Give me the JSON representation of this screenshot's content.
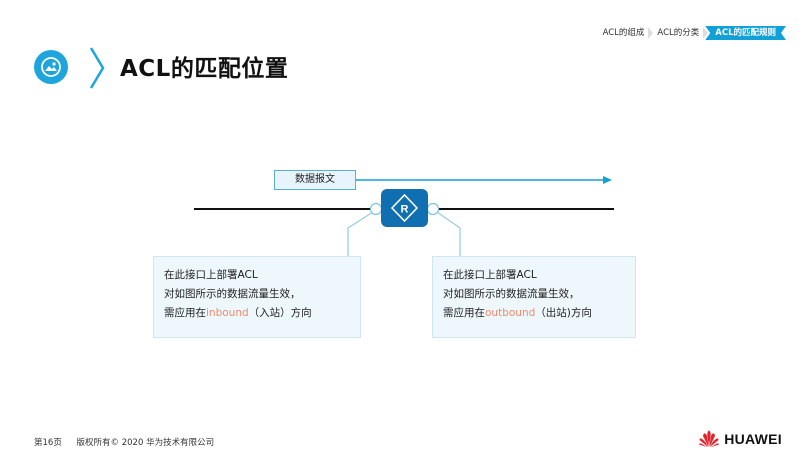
{
  "breadcrumb": {
    "items": [
      "ACL的组成",
      "ACL的分类",
      "ACL的匹配规则"
    ],
    "active_index": 2
  },
  "title": "ACL的匹配位置",
  "diagram": {
    "packet_label": "数据报文",
    "router_icon_letter": "R",
    "left_box": {
      "line1": "在此接口上部署ACL",
      "line2": "对如图所示的数据流量生效，",
      "line3_prefix": "需应用在",
      "line3_keyword": "inbound",
      "line3_suffix": "（入站）方向"
    },
    "right_box": {
      "line1": "在此接口上部署ACL",
      "line2": "对如图所示的数据流量生效，",
      "line3_prefix": "需应用在",
      "line3_keyword": "outbound",
      "line3_suffix": "（出站)方向"
    }
  },
  "footer": {
    "page": "第16页",
    "copyright": "版权所有© 2020 华为技术有限公司",
    "brand": "HUAWEI"
  },
  "colors": {
    "accent": "#1ea5dd",
    "router": "#0f6fb1",
    "highlight": "#f08a6a",
    "brand_red": "#e0242b"
  }
}
